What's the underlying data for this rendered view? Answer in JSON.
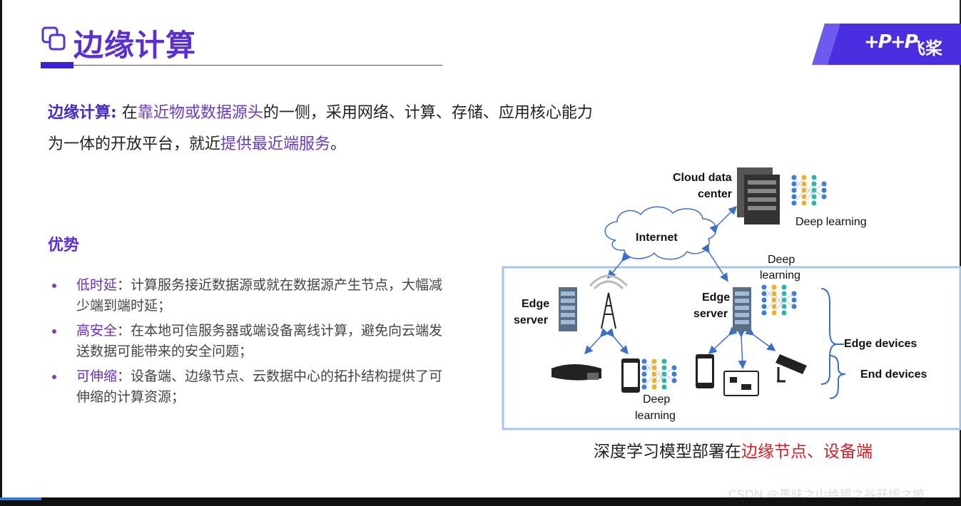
{
  "header": {
    "title": "边缘计算",
    "logo_text": "飞桨",
    "logo_mark": "+P+P",
    "accent_color": "#5b2fd6"
  },
  "intro": {
    "keyword": "边缘计算:",
    "part1": " 在",
    "highlight1": "靠近物或数据源头",
    "part2": "的一侧，采用网络、计算、存储、应用核心能力",
    "part3": "为一体的开放平台，就近",
    "highlight2": "提供最近端服务",
    "part4": "。"
  },
  "advantages": {
    "title": "优势",
    "items": [
      {
        "term": "低时延",
        "text": "：计算服务接近数据源或就在数据源产生节点，大幅减少端到端时延；"
      },
      {
        "term": "高安全",
        "text": "：在本地可信服务器或端设备离线计算，避免向云端发送数据可能带来的安全问题；"
      },
      {
        "term": "可伸缩",
        "text": "：设备端、边缘节点、云数据中心的拓扑结构提供了可伸缩的计算资源；"
      }
    ]
  },
  "diagram": {
    "cloud_label_1": "Cloud data",
    "cloud_label_2": "center",
    "cloud_dl": "Deep learning",
    "internet": "Internet",
    "edge_server_1a": "Edge",
    "edge_server_1b": "server",
    "edge_server_2a": "Edge",
    "edge_server_2b": "server",
    "deep_1": "Deep",
    "learning_1": "learning",
    "deep_2": "Deep",
    "learning_2": "learning",
    "edge_devices": "Edge devices",
    "end_devices": "End devices",
    "box_color": "#a9c4e6",
    "arrow_color": "#3c70c8"
  },
  "caption": {
    "part1": "深度学习模型部署在",
    "highlight": "边缘节点、设备端",
    "highlight_color": "#d0202a"
  },
  "watermark": "CSDN @愚昧之山绝望之谷开悟之坡"
}
